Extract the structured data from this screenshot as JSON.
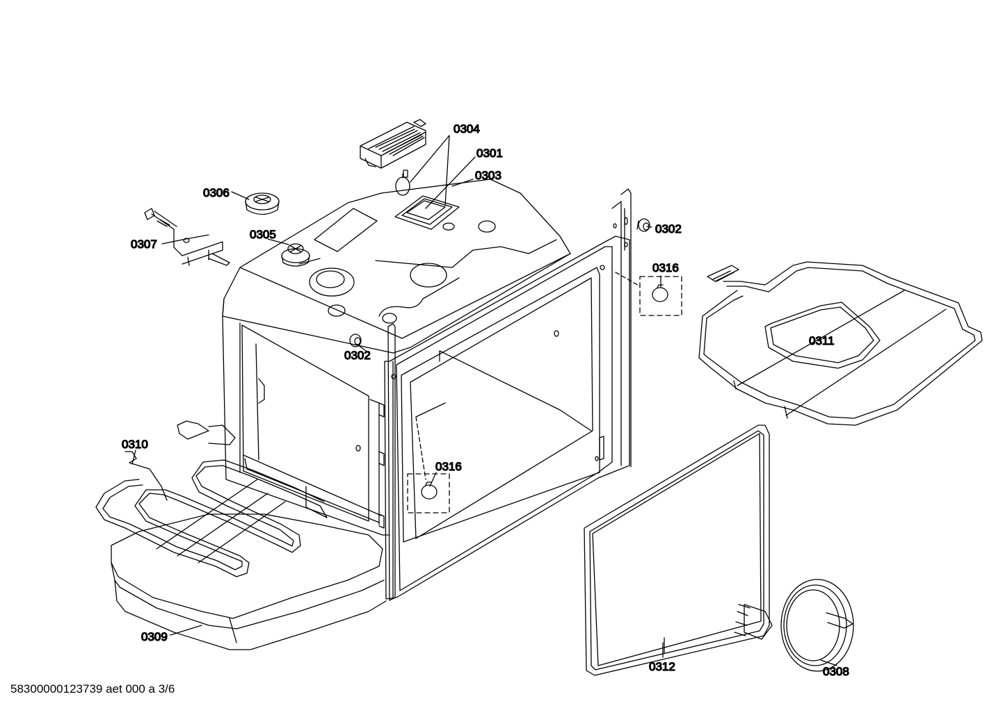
{
  "diagram": {
    "callouts": {
      "c0304": "0304",
      "c0301": "0301",
      "c0303": "0303",
      "c0306": "0306",
      "c0307": "0307",
      "c0305": "0305",
      "c0302_top": "0302",
      "c0302_mid": "0302",
      "c0316_top": "0316",
      "c0316_mid": "0316",
      "c0311": "0311",
      "c0310": "0310",
      "c0309": "0309",
      "c0312": "0312",
      "c0308": "0308"
    }
  },
  "footer": {
    "doc_id": "58300000123739 aet 000 a 3/6"
  },
  "colors": {
    "line": "#000000",
    "background": "#ffffff"
  }
}
